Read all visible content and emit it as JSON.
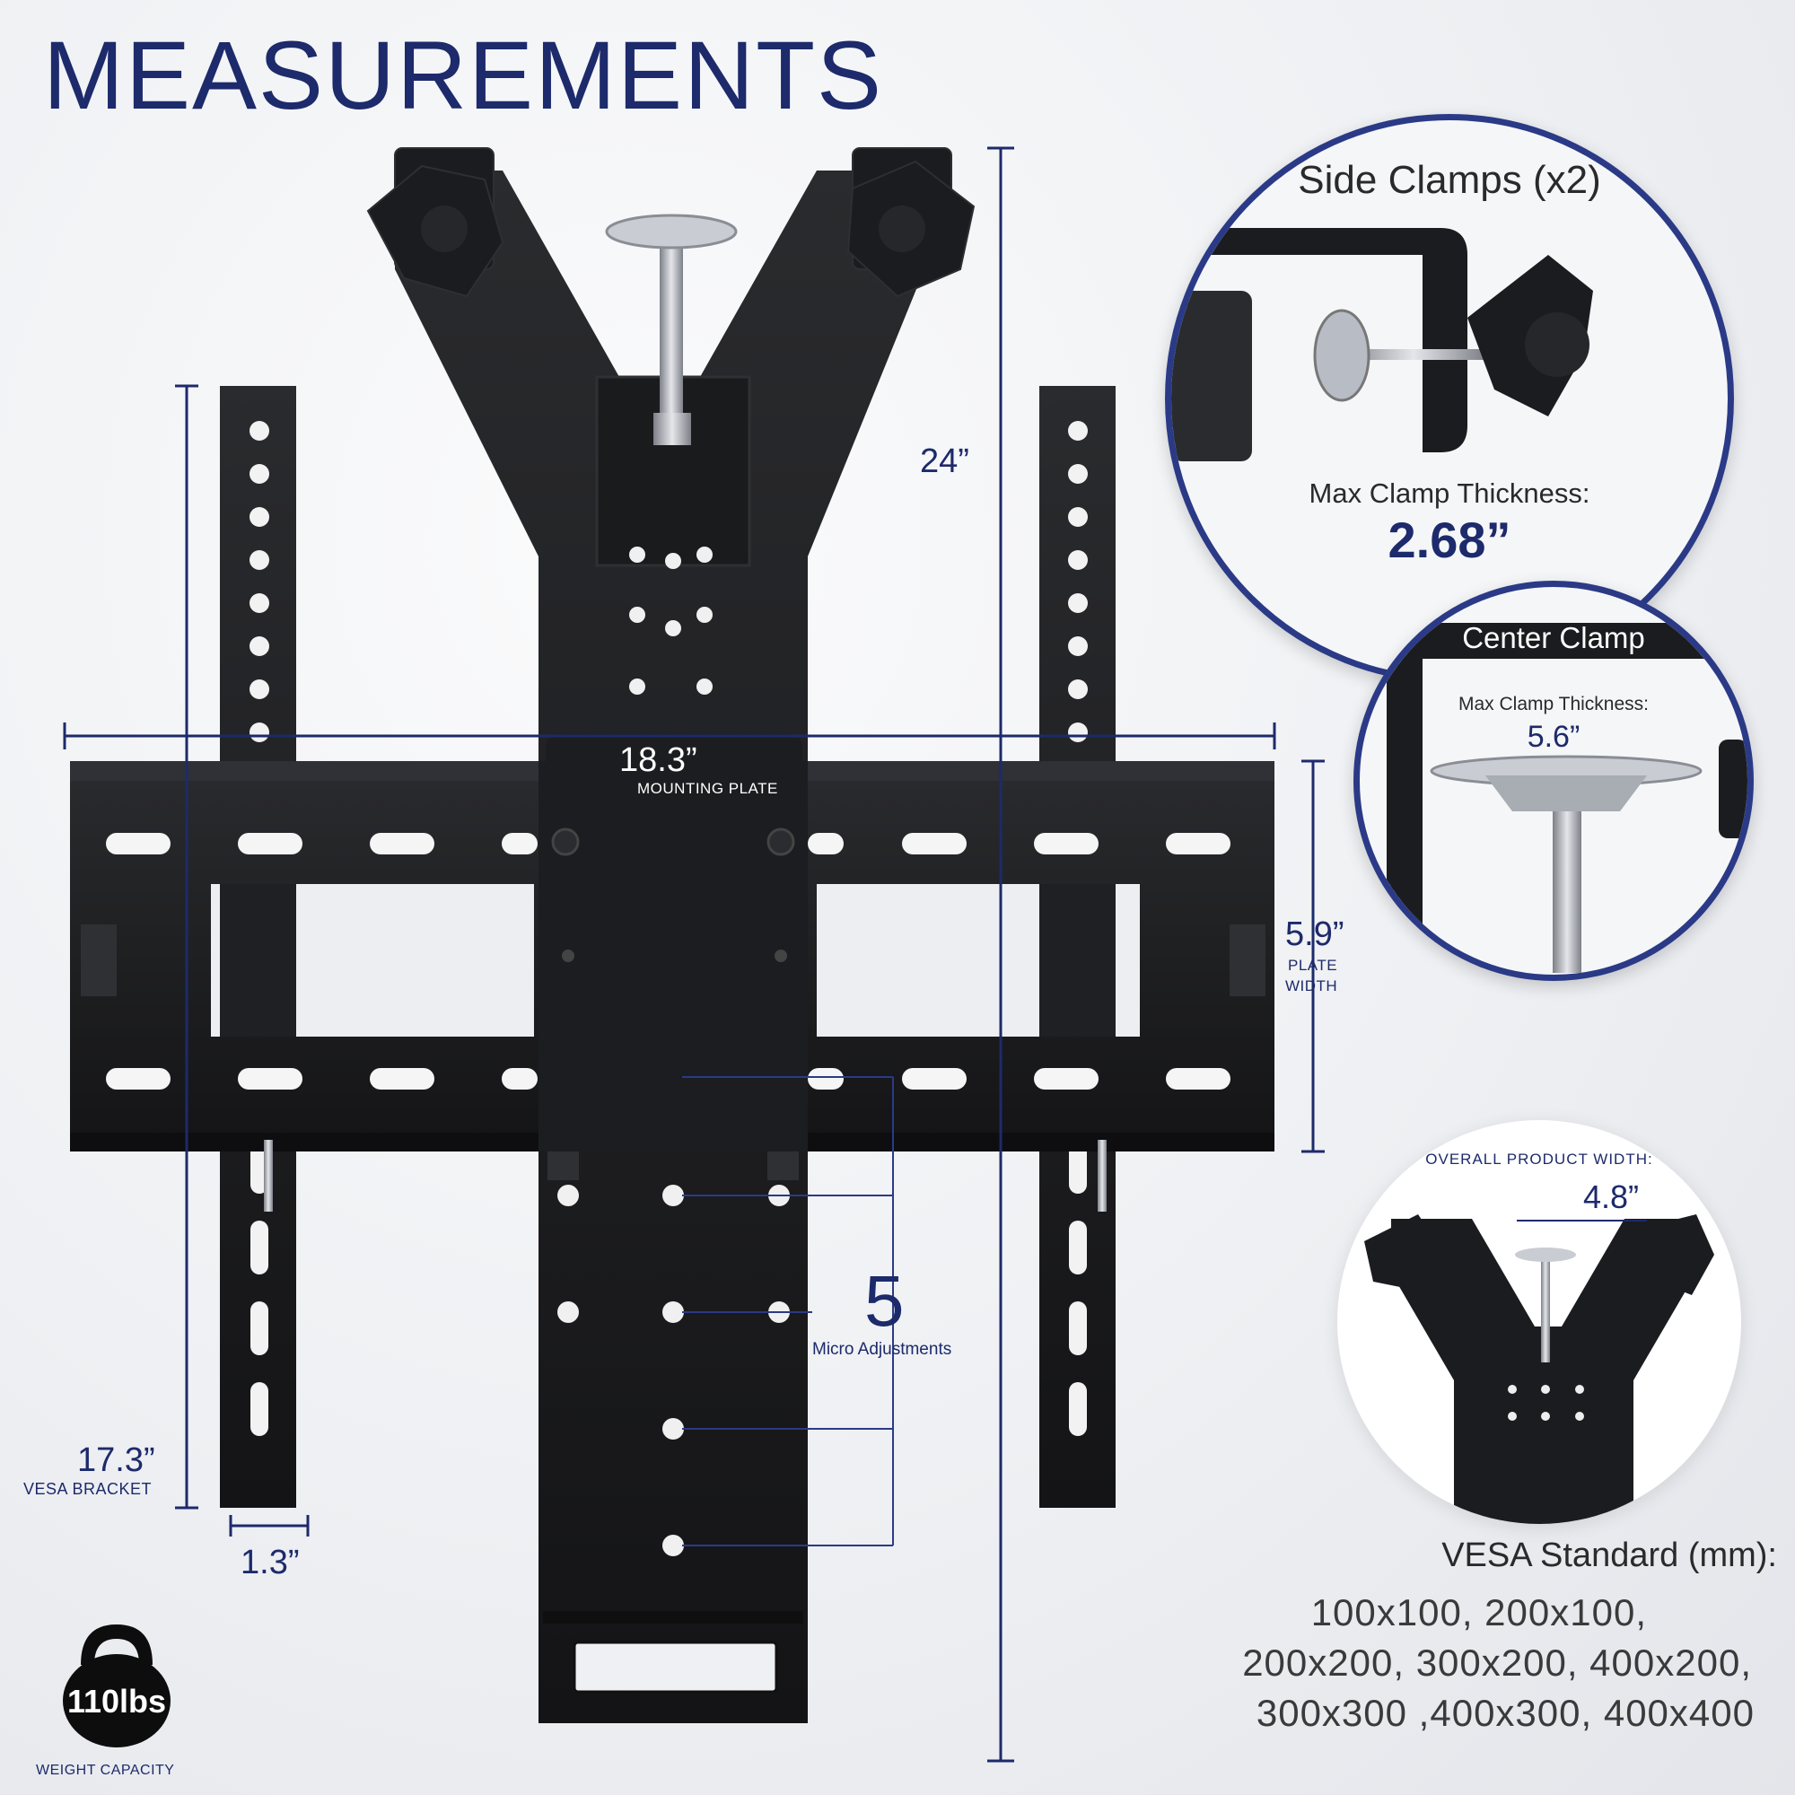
{
  "page": {
    "title": "MEASUREMENTS",
    "accent_color": "#1d2a6b",
    "ring_color": "#2b3a86"
  },
  "dimensions": {
    "height": {
      "value": "24”"
    },
    "mounting_plate": {
      "value": "18.3”",
      "label": "MOUNTING PLATE"
    },
    "plate_width": {
      "value": "5.9”",
      "label_line1": "PLATE",
      "label_line2": "WIDTH"
    },
    "vesa_bracket": {
      "value": "17.3”",
      "label": "VESA BRACKET"
    },
    "rail_width": {
      "value": "1.3”"
    },
    "micro_adjustments": {
      "value": "5",
      "label": "Micro Adjustments"
    }
  },
  "side_clamps": {
    "title": "Side Clamps (x2)",
    "caption": "Max Clamp Thickness:",
    "value": "2.68”"
  },
  "center_clamp": {
    "title": "Center Clamp",
    "caption": "Max Clamp Thickness:",
    "value": "5.6”"
  },
  "overall_width": {
    "caption": "OVERALL PRODUCT WIDTH:",
    "value": "4.8”"
  },
  "vesa_standard": {
    "title": "VESA Standard (mm):",
    "lines": [
      "100x100, 200x100,",
      "200x200, 300x200, 400x200,",
      "300x300 ,400x300, 400x400"
    ]
  },
  "weight": {
    "value": "110lbs",
    "label": "WEIGHT CAPACITY"
  },
  "icons": {
    "kettlebell": "kettlebell-icon",
    "mount": "tv-mount-illustration"
  }
}
